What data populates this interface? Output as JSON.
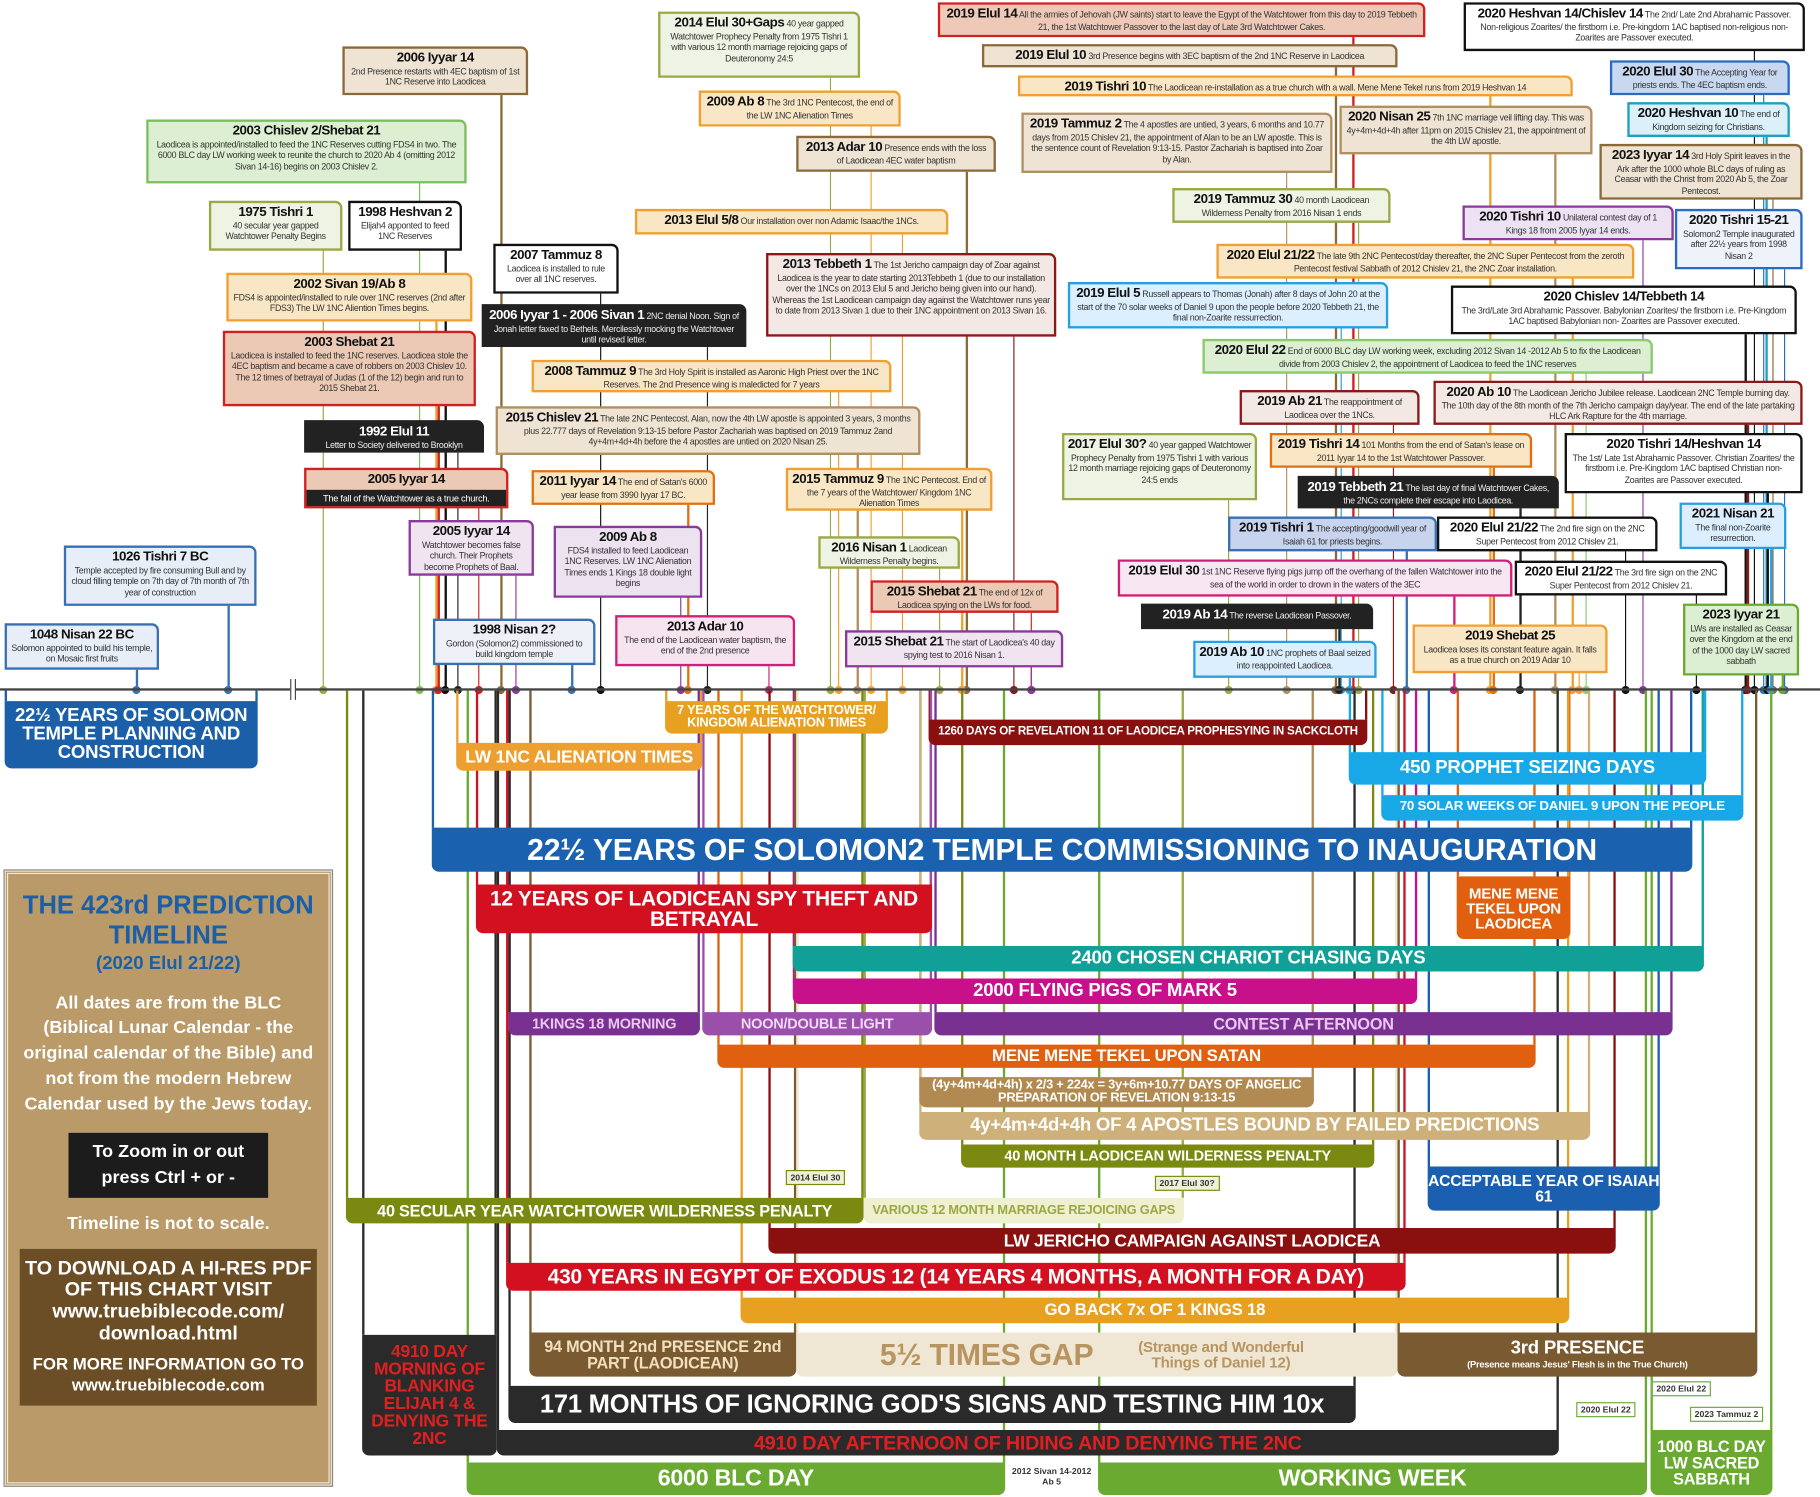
{
  "events": [
    {
      "title": "2006 Iyyar 14",
      "text": "2nd Presence restarts with 4EC baptism of 1st 1NC Reserve into Laodicea",
      "border": "#8a6a3a",
      "bg": "#efe4d3",
      "block": true
    },
    {
      "title": "2003 Chislev 2/Shebat 21",
      "text": "Laodicea is appointed/installed to feed the 1NC Reserves cutting FDS4 in two. The 6000 BLC day LW working week to reunite the church to 2020 Ab 4 (omitting 2012 Sivan 14-16) begins on 2003 Chislev 2.",
      "border": "#7bbf5c",
      "bg": "#dcefd2",
      "block": true
    },
    {
      "title": "1975 Tishri 1",
      "text": "40 secular year gapped Watchtower Penalty Begins",
      "border": "#9aa845",
      "bg": "#eef3e4",
      "block": true
    },
    {
      "title": "1998 Heshvan 2",
      "text": "Elijah4 apponted to feed 1NC Reserves",
      "border": "#111111",
      "bg": "#ffffff",
      "block": true
    },
    {
      "title": "2002 Sivan 19/Ab 8",
      "text": "FDS4 is appointed/installed to rule over 1NC reserves (2nd after FDS3) The LW 1NC Aliention Times begins.",
      "border": "#f0a030",
      "bg": "#f9e6c4",
      "block": true
    },
    {
      "title": "2003 Shebat 21",
      "text": "Laodicea is installed to feed the 1NC reserves. Laodicea stole the 4EC baptism and became a cave of robbers on 2003 Chislev 10. The 12 times of betrayal of Judas (1 of the 12) begin and run to 2015 Shebat 21.",
      "border": "#d02020",
      "bg": "#ecc9b4",
      "block": true
    },
    {
      "title": "1992 Elul 11",
      "text": "Letter to Society delivered to Brooklyn",
      "border": "#222222",
      "bg": "#222222",
      "dark": true,
      "block": true
    },
    {
      "title": "2005 Iyyar 14",
      "strip": "The fall of the Watchtower as a true church.",
      "text": "",
      "border": "#d02020",
      "bg": "#ecc9b4",
      "block": true
    },
    {
      "title": "2007 Tammuz 8",
      "text": "Laodicea is installed to rule over all 1NC reserves.",
      "border": "#111111",
      "bg": "#ffffff",
      "block": true
    },
    {
      "title": "2006 Iyyar 1 - 2006 Sivan 1",
      "text": "2NC denial Noon. Sign of Jonah letter faxed to Bethels. Mercilessly mocking the Watchtower until revised letter.",
      "border": "#222222",
      "bg": "#222222",
      "dark": true
    },
    {
      "title": "2014 Elul 30+Gaps",
      "text": "40 year gapped Watchtower Prophecy Penalty from 1975 Tishri 1 with various 12 month marriage rejoicing gaps of Deuteronomy 24:5",
      "border": "#9aa845",
      "bg": "#eef3e4"
    },
    {
      "title": "2009 Ab 8",
      "text": "The 3rd 1NC Pentecost, the end of the LW 1NC Alienation Times",
      "border": "#f0a030",
      "bg": "#f9e6c4"
    },
    {
      "title": "2013 Adar 10",
      "text": "Presence ends with the loss of Laodicean 4EC water baptism",
      "border": "#8a6a3a",
      "bg": "#efe4d3"
    },
    {
      "title": "2013 Elul 5/8",
      "text": "Our installation over non Adamic Isaac/the 1NCs.",
      "border": "#f0a030",
      "bg": "#f9e6c4"
    },
    {
      "title": "2013 Tebbeth 1",
      "text": "The 1st Jericho campaign day of Zoar against Laodicea is the year to date starting 2013Tebbeth 1 (due to our installation over the 1NCs on 2013 Elul 5 and Jericho being given into our hand). Whereas the 1st Laodicean campaign day against the Watchtower runs year to date from 2013 Sivan 1 due to their 1NC appointment on 2013 Sivan 16.",
      "border": "#8a1a1a",
      "bg": "#f3e8e4"
    },
    {
      "title": "2008 Tammuz 9",
      "text": "The 3rd Holy Spirit is installed as Aaronic High Priest over the 1NC Reserves. The 2nd Presence wing is maledicted for 7 years",
      "border": "#f0a030",
      "bg": "#f7e5c4"
    },
    {
      "title": "2015 Chislev 21",
      "text": "The late 2NC Pentecost. Alan, now the 4th LW apostle is appointed 3 years, 3 months plus 22.777 days of Revelation 9:13-15 before Pastor Zachariah was baptised on 2019 Tammuz 2and 4y+4m+4d+4h before the 4 apostles are untied on 2020 Nisan 25.",
      "border": "#b09060",
      "bg": "#efe4d3"
    },
    {
      "title": "2011 Iyyar 14",
      "text": "The end of Satan's 6000 year lease from 3990 Iyyar 17 BC.",
      "border": "#e07010",
      "bg": "#f9e6c4"
    },
    {
      "title": "2015 Tammuz 9",
      "text": "The 1NC Pentecost. End of the 7 years of the Watchtower/ Kingdom 1NC Alienation Times",
      "border": "#f0a030",
      "bg": "#f9e6c4"
    },
    {
      "title": "2005 Iyyar 14",
      "text": "Watchtower becomes false church. Their Prophets become Prophets of Baal.",
      "border": "#8a3a9a",
      "bg": "#efe4f0"
    },
    {
      "title": "2009 Ab 8",
      "text": "FDS4 installed to feed Laodicean 1NC Reserves. LW 1NC Alienation Times ends 1 Kings 18 double light begins",
      "border": "#8a3a9a",
      "bg": "#ece2f0",
      "block": true
    },
    {
      "title": "2016 Nisan 1",
      "text": "Laodicean Wilderness Penalty begins.",
      "border": "#9aa845",
      "bg": "#eef3e4"
    },
    {
      "title": "2015 Shebat 21",
      "text": "The end of 12x of Laodicea spying on the LWs for food.",
      "border": "#d02020",
      "bg": "#ecc9b4"
    },
    {
      "title": "2015 Shebat 21",
      "text": "The start of Laodicea's 40 day spying test to 2016 Nisan 1.",
      "border": "#8a3a9a",
      "bg": "#efe4f0"
    },
    {
      "title": "2013 Adar 10",
      "text": "The end of the Laodicean water baptism, the end of the 2nd presence",
      "border": "#d0207a",
      "bg": "#f6e4ef",
      "block": true
    },
    {
      "title": "1998 Nisan 2?",
      "text": "Gordon (Solomon2) commissioned to build kingdom temple",
      "border": "#3a70b0",
      "bg": "#eef0f8",
      "block": true
    },
    {
      "title": "1026 Tishri 7 BC",
      "text": "Temple accepted by fire consuming Bull and by cloud filling temple on 7th day of 7th month of 7th year of construction",
      "border": "#3a70b0",
      "bg": "#e8eef8",
      "block": true
    },
    {
      "title": "1048 Nisan 22 BC",
      "text": "Solomon appointed to build his temple, on Mosaic first fruits",
      "border": "#3a70b0",
      "bg": "#e8eef8",
      "block": true
    },
    {
      "title": "2019 Elul 14",
      "text": "All the armies of Jehovah (JW saints) start to leave the Egypt of the Watchtower from this day to 2019 Tebbeth 21, the 1st Watchtower Passover to the last day of Late 3rd Watchtower Cakes.",
      "border": "#d02020",
      "bg": "#efc9b8"
    },
    {
      "title": "2019 Elul 10",
      "text": "3rd Presence begins with 3EC baptism of the 2nd 1NC Reserve in Laodicea",
      "border": "#8a6a3a",
      "bg": "#efe4d3"
    },
    {
      "title": "2019 Tishri 10",
      "text": "The Laodicean re-installation as a true church with a wall. Mene Mene Tekel runs from 2019 Heshvan 14",
      "border": "#f0a030",
      "bg": "#f9e6c4"
    },
    {
      "title": "2019 Tammuz 2",
      "text": "The 4 apostles are untied, 3 years, 6 months and 10.77 days from 2015 Chislev 21, the appointment of Alan to be an LW apostle. This is the sentence count of Revelation 9:13-15. Pastor Zachariah is baptised into Zoar by Alan.",
      "border": "#b09060",
      "bg": "#efe4d3"
    },
    {
      "title": "2020 Nisan 25",
      "text": "7th 1NC marriage veil lifting day. This was 4y+4m+4d+4h after 11pm on 2015 Chislev 21, the appointment of the 4th LW apostle.",
      "border": "#b09060",
      "bg": "#efe4d3"
    },
    {
      "title": "2019 Tammuz 30",
      "text": "40 month Laodicean Wilderness Penalty from 2016 Nisan 1 ends",
      "border": "#9aa845",
      "bg": "#eef3e4"
    },
    {
      "title": "2020 Elul 21/22",
      "text": "The late 9th 2NC Pentecost/day thereafter, the 2NC Super Pentecost from the zeroth Pentecost festival Sabbath of 2012 Chislev 21, the 2NC Zoar installation.",
      "border": "#f0a030",
      "bg": "#f9e6c4"
    },
    {
      "title": "2019 Elul 5",
      "text": "Russell appears to Thomas (Jonah) after 8 days of John 20 at the start of the 70 solar weeks of Daniel 9 upon the people before 2020 Tebbeth 21, the final non-Zoarite ressurrection.",
      "border": "#28a0e0",
      "bg": "#dcefff"
    },
    {
      "title": "2020 Elul 22",
      "text": "End of 6000 BLC day LW working week, excluding 2012 Sivan 14 -2012 Ab 5 to fix the Laodicean divide from 2003 Chislev 2, the appointment of Laodicea to feed the 1NC reserves",
      "border": "#8cc870",
      "bg": "#dcefd2"
    },
    {
      "title": "2019 Ab 21",
      "text": "The reappointment of Laodicea over the 1NCs.",
      "border": "#8a1a1a",
      "bg": "#f3e8e4"
    },
    {
      "title": "2019 Tishri 14",
      "text": "101 Months from the end of Satan's lease on 2011 Iyyar 14 to the 1st Watchtower Passover.",
      "border": "#e07010",
      "bg": "#f9e6c4"
    },
    {
      "title": "2019 Tebbeth 21",
      "text": "The last day of final Watchtower Cakes, the 2NCs complete their escape into Laodicea.",
      "border": "#222222",
      "bg": "#222222",
      "dark": true
    },
    {
      "title": "2017 Elul 30?",
      "text": "40 year gapped Watchtower Prophecy Penalty from 1975 Tishri 1 with various 12 month marriage rejoicing gaps of Deuteronomy 24:5 ends",
      "border": "#9aa845",
      "bg": "#eef3e4"
    },
    {
      "title": "2019 Tishri 1",
      "text": "The accepting/goodwill year of Isaiah 61 for priests begins.",
      "border": "#3a70b0",
      "bg": "#c8d4ee"
    },
    {
      "title": "2019 Elul 30",
      "text": "1st 1NC Reserve flying pigs jump off the overhang of the fallen Watchtower into the sea of the world in order to drown in the waters of the 3EC",
      "border": "#d0207a",
      "bg": "#f8e6f2"
    },
    {
      "title": "2019 Ab 14",
      "text": "The reverse Laodicean Passover.",
      "border": "#222222",
      "bg": "#222222",
      "dark": true
    },
    {
      "title": "2019 Ab 10",
      "text": "1NC prophets of Baal seized into reappointed Laodicea.",
      "border": "#28a0e0",
      "bg": "#dcefff"
    },
    {
      "title": "2019 Shebat 25",
      "text": "Laodicea loses its constant feature again. It falls as a true church on 2019 Adar 10",
      "border": "#f0a030",
      "bg": "#f9e6c4",
      "block": true
    },
    {
      "title": "2020 Heshvan 14/Chislev 14",
      "text": "The 2nd/ Late 2nd Abrahamic Passover. Non-religious Zoarites/ the firstborn i.e. Pre-kingdom 1AC baptised non-religious non-Zoarites are Passover executed.",
      "border": "#111111",
      "bg": "#ffffff"
    },
    {
      "title": "2020 Elul 30",
      "text": "The Accepting Year for priests ends. The 4EC baptism ends.",
      "border": "#2a6ac0",
      "bg": "#c8d8f0"
    },
    {
      "title": "2020 Heshvan 10",
      "text": "The end of Kingdom seizing for Christians.",
      "border": "#20a0c0",
      "bg": "#dcf0fa"
    },
    {
      "title": "2023 Iyyar 14",
      "text": "3rd Holy Spirit leaves in the Ark after the 1000 whole BLC days of ruling as Ceasar with the Christ from 2020 Ab 5, the Zoar Pentecost.",
      "border": "#8a6a3a",
      "bg": "#efe4d3"
    },
    {
      "title": "2020 Tishri 10",
      "text": "Unilateral contest day of 1 Kings 18 from 2005 Iyyar 14 ends.",
      "border": "#8a3a9a",
      "bg": "#ece2f4"
    },
    {
      "title": "2020 Tishri 15-21",
      "text": "Solomon2 Temple inaugurated after 22½ years from 1998 Nisan 2",
      "border": "#2a6ac0",
      "bg": "#eef2fa",
      "block": true
    },
    {
      "title": "2020 Chislev 14/Tebbeth 14",
      "text": "The 3rd/Late 3rd Abrahamic Passover. Babylonian Zoarites/ the firstborn i.e. Pre-Kingdom 1AC baptised Babylonian non- Zoarites are Passover executed.",
      "border": "#111111",
      "bg": "#ffffff",
      "block": true
    },
    {
      "title": "2020 Ab 10",
      "text": "The Laodicean Jericho Jubilee release. Laodicean 2NC Temple burning day. The 10th day of the 8th month of the 7th Jericho campaign day/year. The end of the late partaking HLC Ark Rapture for the 4th marriage.",
      "border": "#8a1a1a",
      "bg": "#f3e8e4"
    },
    {
      "title": "2020 Tishri 14/Heshvan 14",
      "text": "The 1st/ Late 1st Abrahamic Passover. Christian Zoarites/ the firstborn i.e. Pre-Kingdom 1AC baptised Christian non-Zoarites are Passover executed.",
      "border": "#111111",
      "bg": "#ffffff",
      "block": true
    },
    {
      "title": "2020 Elul 21/22",
      "text": "The 2nd fire sign on the 2NC Super Pentecost from 2012 Chislev 21.",
      "border": "#111111",
      "bg": "#ffffff"
    },
    {
      "title": "2021 Nisan 21",
      "text": "The final non-Zoarite resurrection.",
      "border": "#28a0e0",
      "bg": "#dcefff",
      "block": true
    },
    {
      "title": "2020 Elul 21/22",
      "text": "The 3rd fire sign on the 2NC Super Pentecost from 2012 Chislev 21.",
      "border": "#111111",
      "bg": "#ffffff"
    },
    {
      "title": "2023 Iyyar 21",
      "text": "LWs are installed as Ceasar over the Kingdom at the end of the 1000 day LW sacred sabbath",
      "border": "#6aaa30",
      "bg": "#dcefd2",
      "block": true
    }
  ],
  "bars": [
    {
      "label": "22½ YEARS OF SOLOMON TEMPLE PLANNING AND CONSTRUCTION",
      "color": "#1a5fa8",
      "text": "#ffffff"
    },
    {
      "label": "7 YEARS OF THE WATCHTOWER/ KINGDOM ALIENATION TIMES",
      "color": "#e8a020",
      "text": "#ffffff"
    },
    {
      "label": "LW 1NC ALIENATION TIMES",
      "color": "#eda030",
      "text": "#ffffff"
    },
    {
      "label": "1260 DAYS OF REVELATION 11 OF  LAODICEA PROPHESYING IN SACKCLOTH",
      "color": "#8a1010",
      "text": "#ffffff"
    },
    {
      "label": "450 PROPHET SEIZING DAYS",
      "color": "#18a8e8",
      "text": "#ffffff"
    },
    {
      "label": "70 SOLAR WEEKS OF DANIEL 9 UPON THE PEOPLE",
      "color": "#18a8e8",
      "text": "#ffffff"
    },
    {
      "label": "22½ YEARS OF SOLOMON2 TEMPLE COMMISSIONING TO INAUGURATION",
      "color": "#1a62b0",
      "text": "#ffffff"
    },
    {
      "label": "12 YEARS OF LAODICEAN SPY THEFT AND BETRAYAL",
      "color": "#d21020",
      "text": "#ffffff"
    },
    {
      "label": "MENE MENE TEKEL UPON LAODICEA",
      "color": "#e06010",
      "text": "#ffffff"
    },
    {
      "label": "2400 CHOSEN CHARIOT CHASING DAYS",
      "color": "#10a098",
      "text": "#ffffff"
    },
    {
      "label": "2000 FLYING PIGS OF MARK 5",
      "color": "#c8108a",
      "text": "#ffffff"
    },
    {
      "label": "1KINGS 18 MORNING",
      "color": "#7a3090",
      "text": "#e8c8f0"
    },
    {
      "label": "NOON/DOUBLE LIGHT",
      "color": "#9a50aa",
      "text": "#f0d8f8"
    },
    {
      "label": "CONTEST AFTERNOON",
      "color": "#7a3090",
      "text": "#e8c8f0"
    },
    {
      "label": "MENE MENE TEKEL UPON SATAN",
      "color": "#e06010",
      "text": "#ffffff"
    },
    {
      "label": "(4y+4m+4d+4h) x 2/3 + 224x = 3y+6m+10.77 DAYS OF ANGELIC PREPARATION OF REVELATION 9:13-15",
      "color": "#b08a50",
      "text": "#ffffff"
    },
    {
      "label": "4y+4m+4d+4h OF 4 APOSTLES BOUND BY FAILED PREDICTIONS",
      "color": "#cdb07a",
      "text": "#ffffff"
    },
    {
      "label": "40 MONTH LAODICEAN WILDERNESS PENALTY",
      "color": "#7a8a10",
      "text": "#ffffff"
    },
    {
      "label": "ACCEPTABLE YEAR OF ISAIAH 61",
      "color": "#1a5fb0",
      "text": "#ffffff"
    },
    {
      "label": "40 SECULAR YEAR WATCHTOWER WILDERNESS PENALTY",
      "color": "#7a8a10",
      "text": "#ffffff"
    },
    {
      "label": "VARIOUS 12 MONTH MARRIAGE REJOICING GAPS",
      "color": "#eef0d0",
      "text": "#9aa845"
    },
    {
      "label": "LW JERICHO CAMPAIGN AGAINST LAODICEA",
      "color": "#8a1010",
      "text": "#ffffff"
    },
    {
      "label": "430 YEARS IN EGYPT OF EXODUS 12 (14 YEARS 4 MONTHS, A MONTH FOR A DAY)",
      "color": "#d21020",
      "text": "#ffffff"
    },
    {
      "label": "GO BACK 7x OF 1 KINGS 18",
      "color": "#e8a020",
      "text": "#ffffff"
    },
    {
      "label": "4910 DAY MORNING OF BLANKING ELIJAH 4 & DENYING THE 2NC",
      "color": "#2a2a2a",
      "text": "#e02020"
    },
    {
      "label": "94 MONTH 2nd PRESENCE 2nd PART (LAODICEAN)",
      "color": "#7a5a30",
      "text": "#f0e0c0"
    },
    {
      "label": "5½ TIMES GAP",
      "sub": "(Strange and Wonderful Things of Daniel 12)",
      "color": "#f0e6d4",
      "text": "#b89460"
    },
    {
      "label": "3rd PRESENCE",
      "sub": "(Presence means Jesus' Flesh is in the True Church)",
      "color": "#7a5a30",
      "text": "#ffffff"
    },
    {
      "label": "171 MONTHS OF IGNORING GOD'S SIGNS AND TESTING HIM 10x",
      "color": "#2a2a2a",
      "text": "#ffffff"
    },
    {
      "label": "4910 DAY AFTERNOON OF HIDING AND DENYING THE 2NC",
      "color": "#2a2a2a",
      "text": "#e02020"
    },
    {
      "label": "6000 BLC DAY",
      "color": "#6aaa30",
      "text": "#ffffff"
    },
    {
      "label": "WORKING WEEK",
      "color": "#6aaa30",
      "text": "#ffffff"
    },
    {
      "label": "1000 BLC DAY LW SACRED SABBATH",
      "color": "#6aaa30",
      "text": "#ffffff"
    }
  ],
  "tags": [
    "2014 Elul 30",
    "2017 Elul 30?",
    "2012 Sivan 14-2012 Ab 5",
    "2020 Elul 22",
    "2020 Elul 22",
    "2023 Tammuz 2"
  ],
  "panel": {
    "title": "THE 423rd PREDICTION TIMELINE",
    "subtitle": "(2020 Elul 21/22)",
    "info": "All dates are from the BLC (Biblical Lunar Calendar - the original calendar of the Bible) and not from the modern Hebrew Calendar used by the Jews today.",
    "zoom": "To Zoom in or out press Ctrl + or -",
    "scale": "Timeline is not to scale.",
    "download": "TO DOWNLOAD A HI-RES PDF OF THIS CHART VISIT www.truebiblecode.com/ download.html",
    "more": "FOR MORE INFORMATION GO TO www.truebiblecode.com"
  }
}
